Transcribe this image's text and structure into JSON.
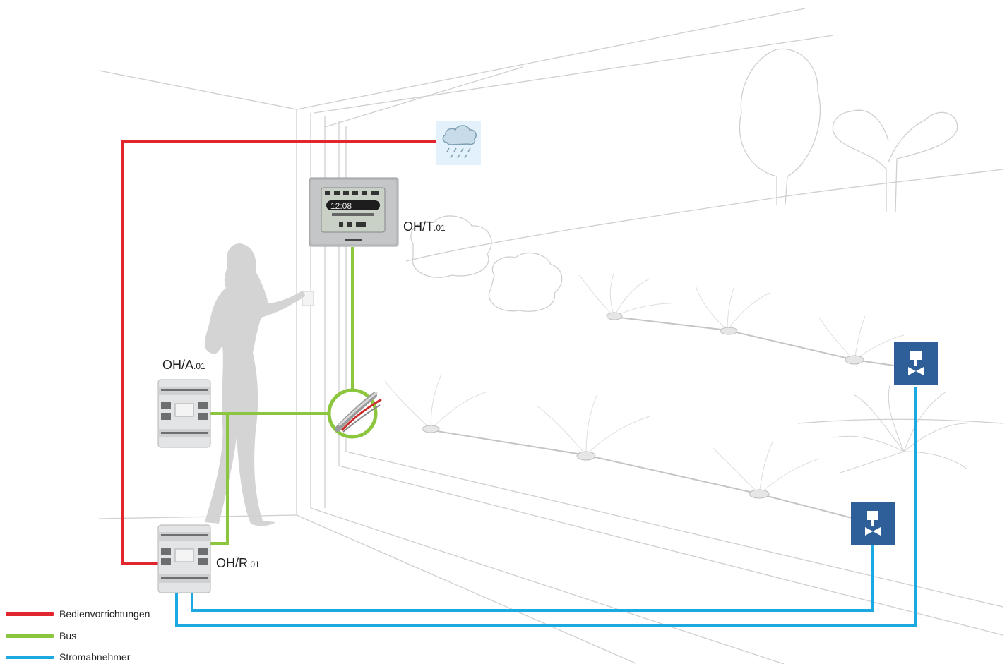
{
  "devices": {
    "thermostat_label": "OH/T",
    "thermostat_suffix": ".01",
    "actuator_label": "OH/A",
    "actuator_suffix": ".01",
    "receiver_label": "OH/R",
    "receiver_suffix": ".01",
    "display_time": "12:08"
  },
  "legend": {
    "items": [
      {
        "label": "Bedienvorrichtungen",
        "color": "#e1262d"
      },
      {
        "label": "Bus",
        "color": "#8cc63f"
      },
      {
        "label": "Stromabnehmer",
        "color": "#1ba9e1"
      }
    ]
  },
  "colors": {
    "red_line": "#e1262d",
    "green_line": "#8cc63f",
    "blue_line": "#1ba9e1",
    "valve_box": "#2f5f98",
    "sketch": "#c8c8c8"
  },
  "icons": {
    "rain_sensor": "rain-cloud-icon",
    "valve": "valve-icon",
    "cable": "cable-icon"
  }
}
